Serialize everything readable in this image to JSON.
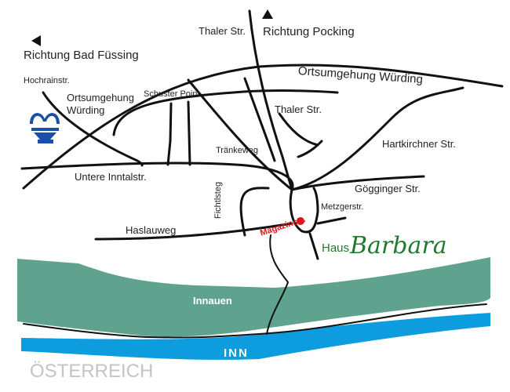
{
  "directions": {
    "bad_fuessing": "Richtung Bad Füssing",
    "pocking": "Richtung Pocking"
  },
  "streets": {
    "thaler_top": "Thaler Str.",
    "thaler": "Thaler Str.",
    "ortsumgehung_right": "Ortsumgehung Würding",
    "ortsumgehung_left_1": "Ortsumgehung",
    "ortsumgehung_left_2": "Würding",
    "hochrain": "Hochrainstr.",
    "schuster": "Schuster Point",
    "traenkeweg": "Tränkeweg",
    "hartkirchner": "Hartkirchner Str.",
    "untere_inntal": "Untere Inntalstr.",
    "goegginger": "Gögginger Str.",
    "fichtlsteg": "Fichtlsteg",
    "metzger": "Metzgerstr.",
    "magazinstr": "Magazinstr.",
    "haslauweg": "Haslauweg"
  },
  "logo": {
    "haus": "Haus",
    "barbara": "Barbara"
  },
  "areas": {
    "innauen": "Innauen",
    "river": "INN",
    "country": "ÖSTERREICH"
  },
  "colors": {
    "meadow": "#5fa38f",
    "river": "#0d9ddf",
    "logo": "#1f7a2e",
    "marker": "#e0141a"
  }
}
